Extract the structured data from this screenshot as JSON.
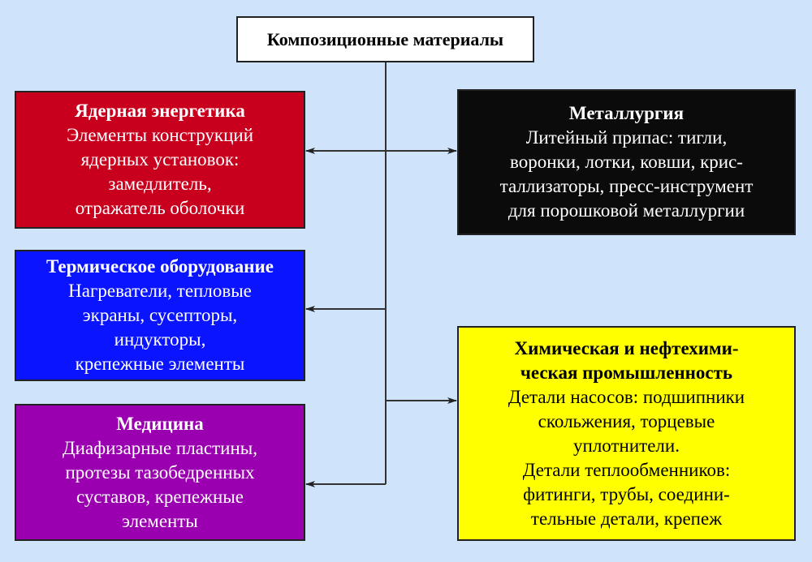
{
  "root": {
    "title": "Композиционные материалы"
  },
  "boxes": {
    "nuclear": {
      "title": "Ядерная энергетика",
      "lines": [
        "Элементы конструкций",
        "ядерных установок:",
        "замедлитель,",
        "отражатель оболочки"
      ],
      "color": "#c8001e"
    },
    "thermal": {
      "title": "Термическое оборудование",
      "lines": [
        "Нагреватели, тепловые",
        "экраны, сусепторы,",
        "индукторы,",
        "крепежные элементы"
      ],
      "color": "#0a14ff"
    },
    "medicine": {
      "title": "Медицина",
      "lines": [
        "Диафизарные пластины,",
        "протезы тазобедренных",
        "суставов, крепежные",
        "элементы"
      ],
      "color": "#9b00b0"
    },
    "metallurgy": {
      "title": "Металлургия",
      "lines": [
        "Литейный припас: тигли,",
        "воронки, лотки, ковши, крис-",
        "таллизаторы, пресс-инструмент",
        "для порошковой металлургии"
      ],
      "color": "#0b0b0b"
    },
    "chemical": {
      "title_lines": [
        "Химическая и нефтехими-",
        "ческая промышленность"
      ],
      "lines": [
        "Детали насосов: подшипники",
        "скольжения, торцевые",
        "уплотнители.",
        "Детали теплообменников:",
        "фитинги, трубы, соедини-",
        "тельные детали, крепеж"
      ],
      "color": "#ffff00"
    }
  }
}
